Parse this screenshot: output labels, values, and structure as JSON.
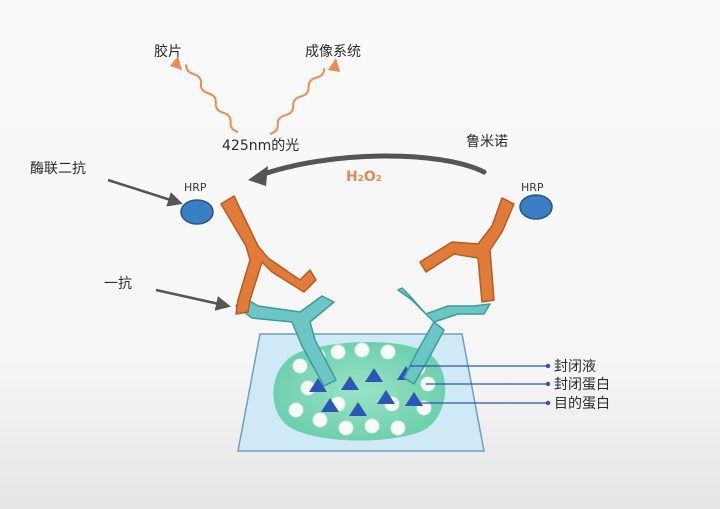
{
  "labels": {
    "film": "胶片",
    "imaging_system": "成像系统",
    "light_425nm": "425nm的光",
    "luminol": "鲁米诺",
    "h2o2": "H₂O₂",
    "enzyme_secondary_antibody": "酶联二抗",
    "primary_antibody": "一抗",
    "hrp_left": "HRP",
    "hrp_right": "HRP",
    "blocking_solution": "封闭液",
    "blocking_protein": "封闭蛋白",
    "target_protein": "目的蛋白"
  },
  "colors": {
    "secondary_antibody": "#e07b3a",
    "primary_antibody": "#6cc6c6",
    "hrp": "#3a7ec4",
    "target_protein": "#2d55b5",
    "membrane": "#c9e6f5",
    "blocking_solution": "#7fd8b8",
    "light_wave": "#f0a07a",
    "h2o2_text": "#e08a5a",
    "arrow": "#555555"
  },
  "icons": {
    "hrp_enzyme": "circle",
    "target_protein": "triangle",
    "blocking_protein": "circle"
  }
}
